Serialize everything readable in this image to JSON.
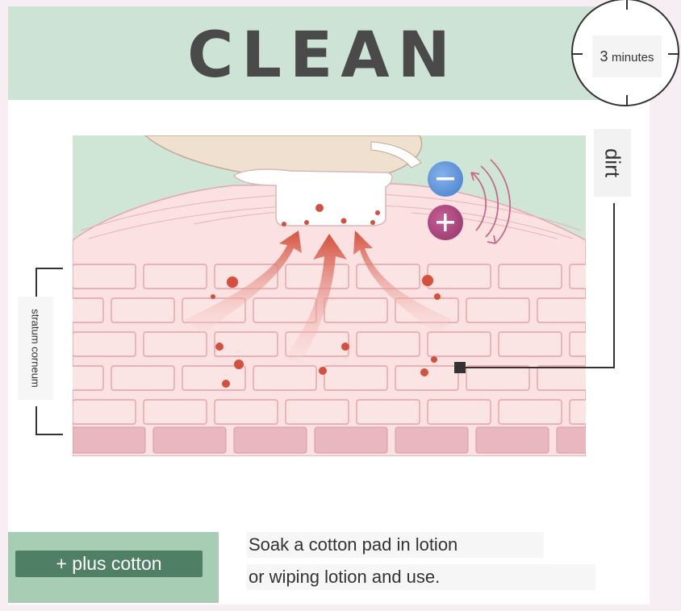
{
  "header": {
    "title": "CLEAN"
  },
  "timer": {
    "duration": "3",
    "unit": "minutes"
  },
  "labels": {
    "dirt": "dirt",
    "stratum_corneum": "stratum corneum"
  },
  "footer": {
    "tag": "+ plus cotton",
    "instructions": [
      "Soak a cotton pad in lotion",
      "or wiping lotion and use."
    ]
  },
  "colors": {
    "banner": "#cde3d6",
    "tag_button": "#4f7f64",
    "tag_panel": "#a7cdb4",
    "skin_brick": "#f7d6d6",
    "dirt_particle": "#d4503c",
    "negative_ion": "#5b8fd6",
    "positive_ion": "#a8457a"
  },
  "icons": [
    "minus-ion-icon",
    "plus-ion-icon",
    "cotton-pad-icon",
    "hand-icon",
    "arrow-up-icon"
  ]
}
